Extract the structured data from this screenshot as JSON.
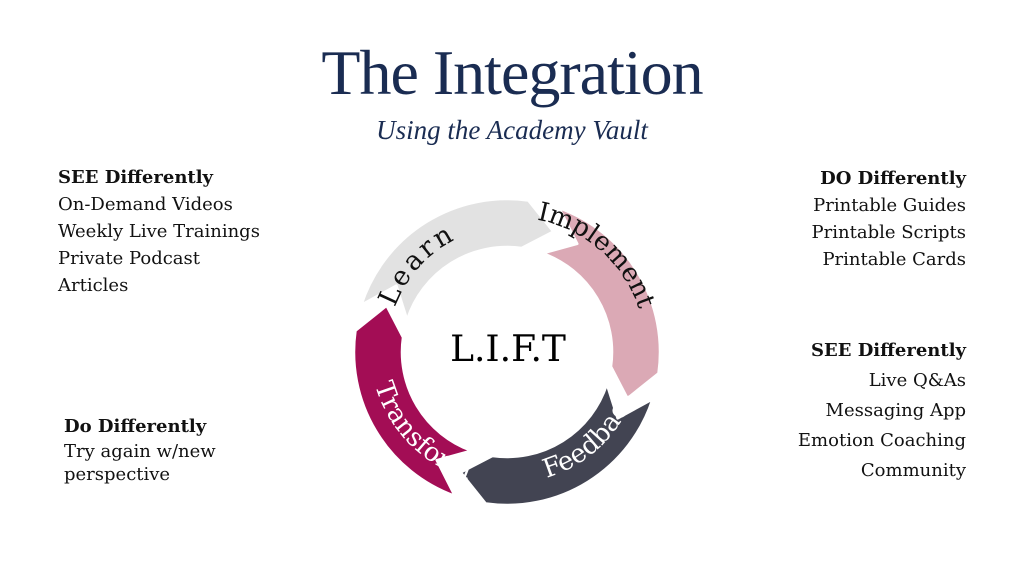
{
  "header": {
    "title": "The Integration",
    "subtitle": "Using the Academy Vault"
  },
  "cycle": {
    "center_label": "L.I.F.T",
    "segments": [
      {
        "label": "Learn",
        "color": "#e2e2e2",
        "text_color": "#111111"
      },
      {
        "label": "Implement",
        "color": "#dba9b5",
        "text_color": "#111111"
      },
      {
        "label": "Feedback",
        "color": "#424452",
        "text_color": "#ffffff"
      },
      {
        "label": "Transform",
        "color": "#a30d55",
        "text_color": "#ffffff"
      }
    ]
  },
  "blocks": {
    "top_left": {
      "heading": "SEE Differently",
      "items": [
        "On-Demand Videos",
        "Weekly Live Trainings",
        "Private Podcast",
        "Articles"
      ]
    },
    "top_right": {
      "heading": "DO Differently",
      "items": [
        "Printable Guides",
        "Printable Scripts",
        "Printable Cards"
      ]
    },
    "middle_right": {
      "heading": "SEE Differently",
      "items": [
        "Live Q&As",
        "Messaging App",
        "Emotion Coaching",
        "Community"
      ]
    },
    "bottom_left": {
      "heading": "Do Differently",
      "items": [
        "Try again w/new",
        "perspective"
      ]
    }
  },
  "colors": {
    "title": "#1a2c52"
  }
}
